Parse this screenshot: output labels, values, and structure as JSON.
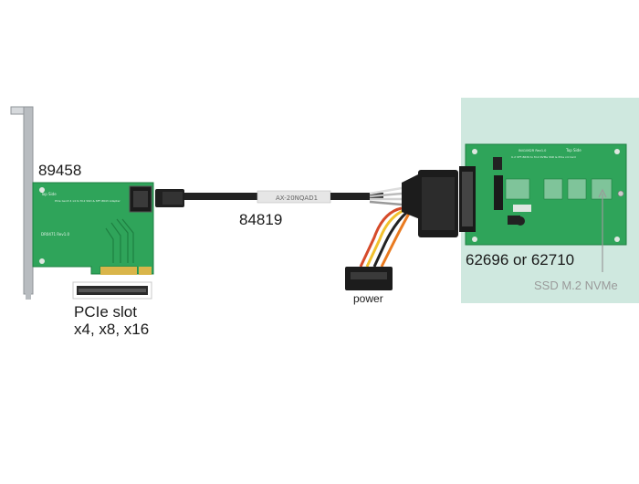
{
  "labels": {
    "card_part_number": "89458",
    "cable_part_number": "84819",
    "adapter_part_numbers": "62696 or 62710",
    "power_label": "power",
    "pcie_slot_title": "PCIe slot",
    "pcie_slot_widths": "x4, x8, x16",
    "ssd_label": "SSD M.2 NVMe"
  },
  "cable_print": "AX-20NQAD1",
  "pcb_text": {
    "card_top_side": "Top Side",
    "card_model": "DR0471 Rev1.0",
    "card_desc": "PCIe Gen3 4 x4 to M.2 SSD & SFF-8643 Adapter",
    "adapter_model": "IN41062R Rev1.0",
    "adapter_top_side": "Top Side",
    "adapter_desc": "U.2 SFF-8639 to M.2 NVMe SSD & PCIe x4 Card"
  },
  "colors": {
    "pcb_green": "#2fa45a",
    "pcb_dark": "#1e7f41",
    "adapter_bg": "#cfe8df",
    "bracket": "#b8bcc0",
    "cable_black": "#222222",
    "cable_sleeve": "#e6e6e6"
  }
}
